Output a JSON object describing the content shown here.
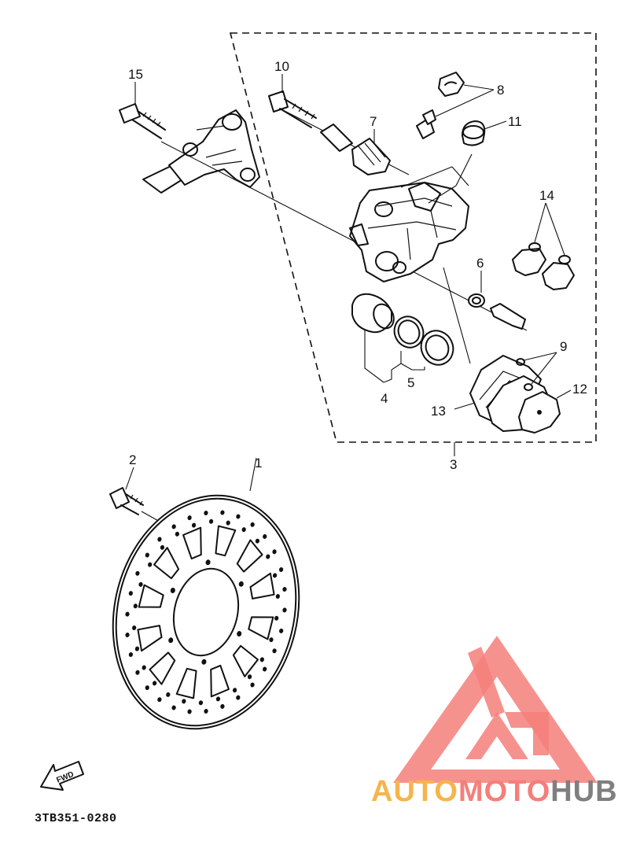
{
  "diagram": {
    "part_labels": {
      "p1": "1",
      "p2": "2",
      "p3": "3",
      "p4": "4",
      "p5": "5",
      "p6": "6",
      "p7": "7",
      "p8": "8",
      "p9": "9",
      "p10": "10",
      "p11": "11",
      "p12": "12",
      "p13": "13",
      "p14": "14",
      "p15": "15"
    },
    "fwd_label": "FWD",
    "diagram_code": "3TB351-0280"
  },
  "watermark": {
    "text_part1": "AUTO",
    "text_part2": "MOTO",
    "text_part3": "HUB",
    "colors": {
      "orange": "#f6b44d",
      "pink": "#f47f7a",
      "gray": "#7f7f7f",
      "triangle": "#f47f7a"
    }
  }
}
